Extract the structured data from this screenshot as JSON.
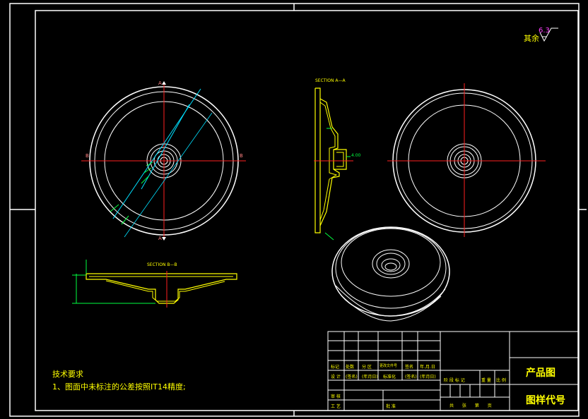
{
  "roughness": {
    "label": "其余",
    "value": "6.3"
  },
  "section_aa": {
    "title": "SECTION A—A",
    "dim_right": "4.00"
  },
  "section_bb": {
    "title": "SECTION B—B"
  },
  "view_labels": {
    "a_top": "A",
    "a_bottom": "A",
    "b_left": "B",
    "b_right": "B"
  },
  "tech_req": {
    "heading": "技术要求",
    "item1": "1、图面中未标注的公差按照IT14精度;"
  },
  "title_block": {
    "row1": [
      "标记",
      "处数",
      "分 区",
      "更改文件号",
      "签名",
      "年.月.日"
    ],
    "row2": [
      "设 计",
      "(签名)",
      "(年月日)",
      "标准化",
      "(签名)",
      "(年月日)"
    ],
    "stage_headers": [
      "阶 段 标 记",
      "重 量",
      "比 例"
    ],
    "row_review": "审 核",
    "row_process": "工 艺",
    "approve": "批 准",
    "sheet_info": "共 张 第 页",
    "product_name": "产品图",
    "drawing_code": "图样代号"
  },
  "colors": {
    "frame": "#ffffff",
    "center": "#ff2020",
    "dim": "#00ff40",
    "leader": "#00e0ff",
    "section": "#ffff00",
    "text_yellow": "#ffff00",
    "magenta": "#ff40ff"
  }
}
